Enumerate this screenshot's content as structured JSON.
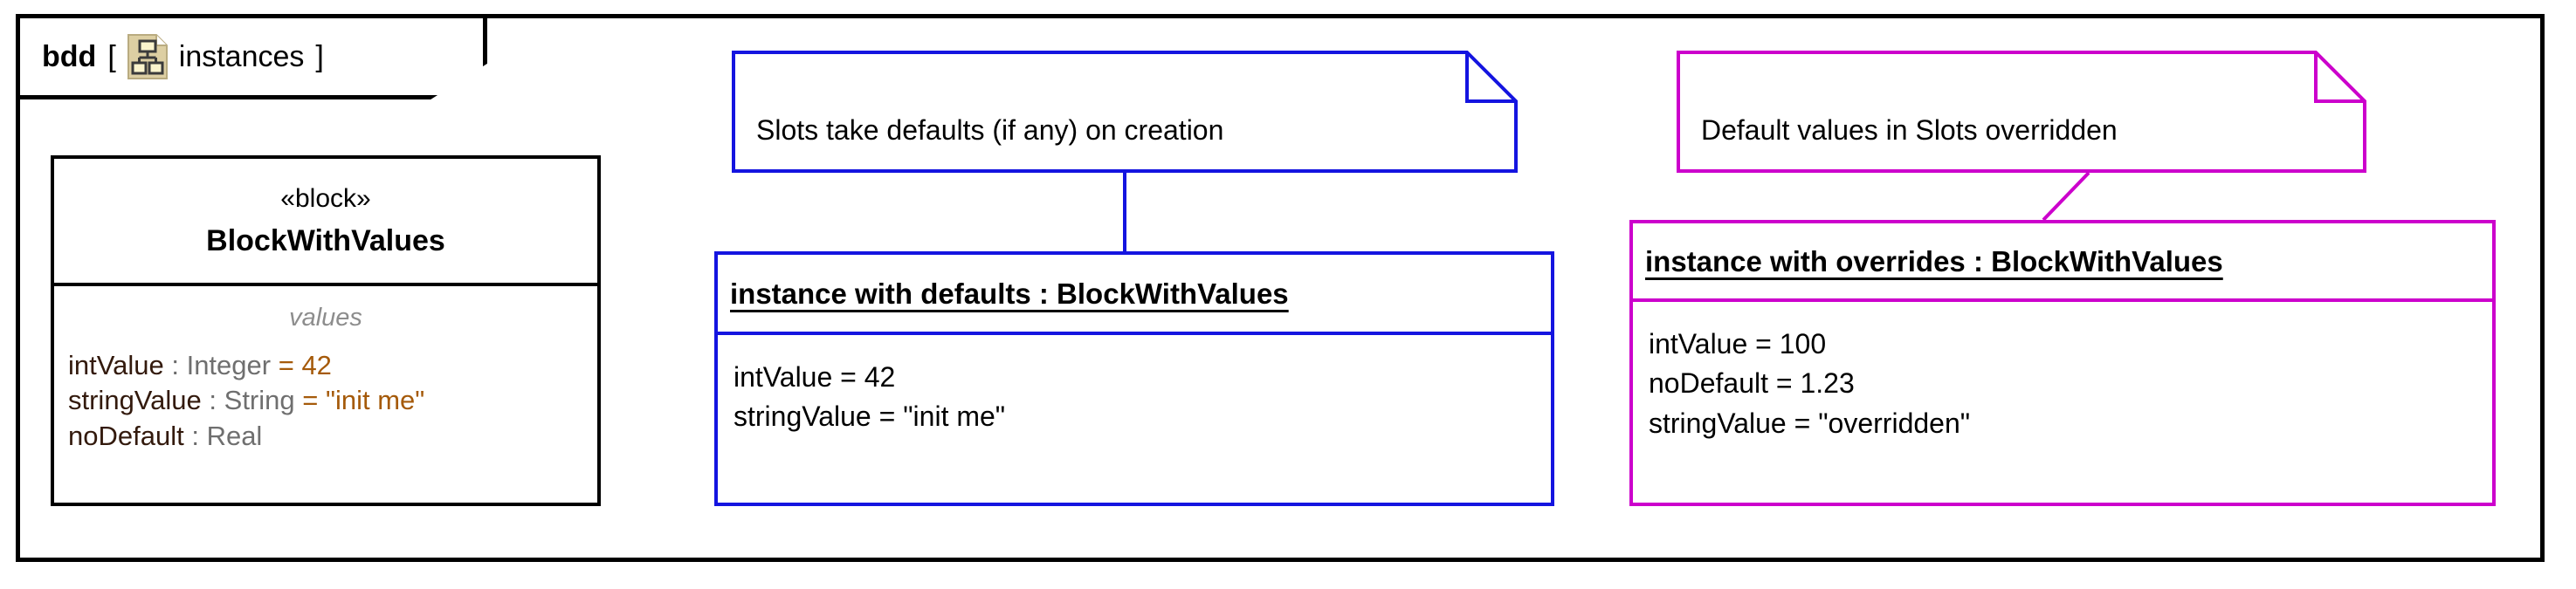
{
  "frame": {
    "kind": "bdd",
    "bracket_open": "[",
    "bracket_close": "]",
    "diagram_name": "instances",
    "icon": "block-definition-diagram-icon",
    "border_color": "#000000"
  },
  "colors": {
    "frame": "#000000",
    "block": "#000000",
    "note_blue": "#1414e0",
    "note_magenta": "#cc00cc",
    "default_value": "#a55a0a",
    "type_name": "#6f6f6f",
    "compartment_label": "#8d8d8d",
    "icon_fill": "#ddcfa3",
    "icon_box_fill": "#fbf4cd",
    "icon_stroke": "#3b3b3b"
  },
  "block": {
    "stereotype": "«block»",
    "name": "BlockWithValues",
    "compartment_label": "values",
    "properties": [
      {
        "name": "intValue",
        "sep": " : ",
        "type": "Integer",
        "assign": " = ",
        "default": "42"
      },
      {
        "name": "stringValue",
        "sep": " : ",
        "type": "String",
        "assign": " = ",
        "default": "\"init me\""
      },
      {
        "name": "noDefault",
        "sep": " : ",
        "type": "Real",
        "assign": "",
        "default": ""
      }
    ]
  },
  "instances": [
    {
      "id": "instance-with-defaults",
      "title": "instance with defaults : BlockWithValues",
      "color": "#1414e0",
      "slots": [
        "intValue = 42",
        "stringValue = \"init me\""
      ]
    },
    {
      "id": "instance-with-overrides",
      "title": "instance with overrides : BlockWithValues",
      "color": "#cc00cc",
      "slots": [
        "intValue = 100",
        "noDefault = 1.23",
        "stringValue = \"overridden\""
      ]
    }
  ],
  "notes": [
    {
      "id": "note-defaults",
      "text": "Slots take defaults (if any) on creation",
      "color": "#1414e0"
    },
    {
      "id": "note-overrides",
      "text": "Default values in Slots overridden",
      "color": "#cc00cc"
    }
  ]
}
